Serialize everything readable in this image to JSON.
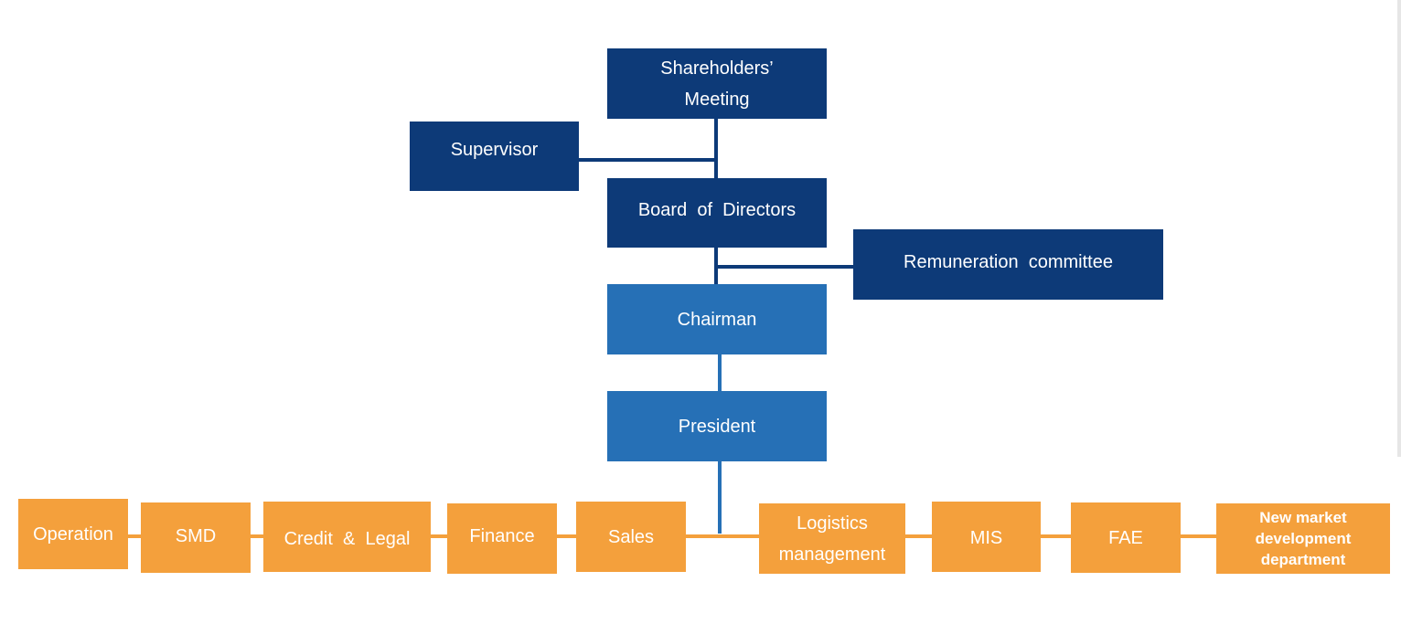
{
  "chart": {
    "shareholders": {
      "line1": "Shareholders’",
      "line2": "Meeting"
    },
    "supervisor": "Supervisor",
    "board": "Board  of  Directors",
    "remuneration": "Remuneration  committee",
    "chairman": "Chairman",
    "president": "President",
    "departments": {
      "operation": "Operation",
      "smd": "SMD",
      "credit_legal": "Credit  &  Legal",
      "finance": "Finance",
      "sales": "Sales",
      "logistics": {
        "line1": "Logistics",
        "line2": "management"
      },
      "mis": "MIS",
      "fae": "FAE",
      "new_market": {
        "line1": "New market",
        "line2": "development",
        "line3": "department"
      }
    }
  },
  "colors": {
    "governance": "#0d3a78",
    "executive": "#2670b6",
    "department": "#f4a03c"
  }
}
